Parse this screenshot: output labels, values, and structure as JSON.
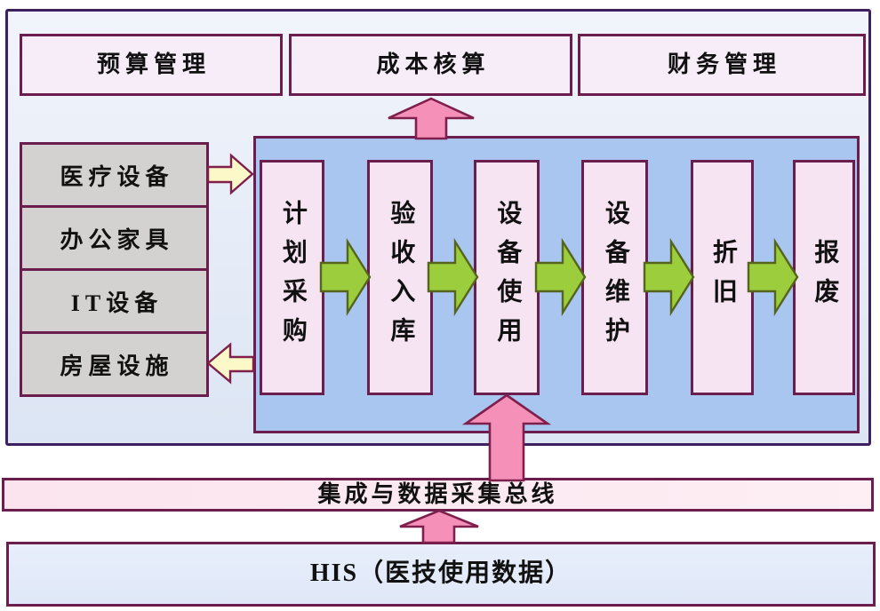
{
  "colors": {
    "page_bg": "#ffffff",
    "outer_border": "#3c2060",
    "box_border": "#6b1e4e",
    "panel_bg_top": "#f1f4fb",
    "panel_bg_bottom": "#dce5f4",
    "top_box_bg": "#f6edf8",
    "gray_box_bg": "#d3d2d0",
    "blue_panel_bg": "#a8c6f0",
    "process_box_bg": "#f7e4f3",
    "bus_bg": "#fbe4ee",
    "his_bg": "#dfe8f8",
    "green_arrow": "#9ccd3c",
    "green_arrow_border": "#55651e",
    "yellow_arrow": "#fcf8c8",
    "pink_arrow": "#f591b8",
    "arrow_border": "#7e1f4c",
    "text": "#111111"
  },
  "top_row": [
    {
      "label": "预算管理"
    },
    {
      "label": "成本核算"
    },
    {
      "label": "财务管理"
    }
  ],
  "asset_categories": [
    {
      "label": "医疗设备"
    },
    {
      "label": "办公家具"
    },
    {
      "label": "IT设备"
    },
    {
      "label": "房屋设施"
    }
  ],
  "process_steps": [
    {
      "label": "计划采购"
    },
    {
      "label": "验收入库"
    },
    {
      "label": "设备使用"
    },
    {
      "label": "设备维护"
    },
    {
      "label": "折旧"
    },
    {
      "label": "报废"
    }
  ],
  "bus": {
    "label": "集成与数据采集总线"
  },
  "his": {
    "label": "HIS（医技使用数据）"
  }
}
